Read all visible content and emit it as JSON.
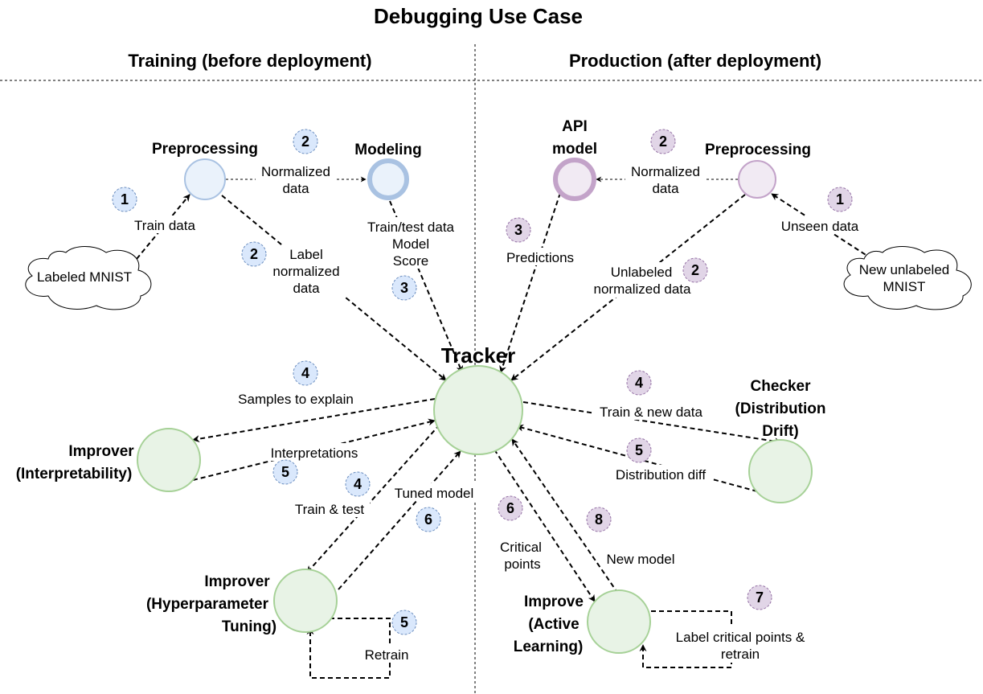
{
  "title": "Debugging Use Case",
  "sections": {
    "training": "Training (before deployment)",
    "production": "Production (after deployment)"
  },
  "colors": {
    "blue_fill": "#eaf2fb",
    "blue_stroke": "#a9c2e2",
    "blue_badge_fill": "#dae8fc",
    "blue_badge_stroke": "#6c8ebf",
    "purple_fill": "#f1eaf3",
    "purple_stroke": "#c3a3c9",
    "purple_badge_fill": "#e1d5e7",
    "purple_badge_stroke": "#9673a6",
    "green_fill": "#e8f3e6",
    "green_stroke": "#a6d197"
  },
  "nodes": {
    "tracker": "Tracker",
    "train_pre": "Preprocessing",
    "train_model": "Modeling",
    "prod_api": [
      "API",
      "model"
    ],
    "prod_pre": "Preprocessing",
    "imp_interp": [
      "Improver",
      "(Interpretability)"
    ],
    "imp_hyper": [
      "Improver",
      "(Hyperparameter",
      "Tuning)"
    ],
    "imp_active": [
      "Improve",
      "(Active",
      "Learning)"
    ],
    "checker": [
      "Checker",
      "(Distribution",
      "Drift)"
    ]
  },
  "clouds": {
    "labeled": "Labeled MNIST",
    "unlabeled": [
      "New unlabeled",
      "MNIST"
    ]
  },
  "labels": {
    "train_data": "Train data",
    "norm_data_train": [
      "Normalized",
      "data"
    ],
    "label_norm": [
      "Label",
      "normalized",
      "data"
    ],
    "train_test_model_score": [
      "Train/test data",
      "Model",
      "Score"
    ],
    "samples_explain": "Samples to explain",
    "interpretations": "Interpretations",
    "train_test": "Train & test",
    "tuned_model": "Tuned model",
    "retrain": "Retrain",
    "unseen_data": "Unseen data",
    "norm_data_prod": [
      "Normalized",
      "data"
    ],
    "predictions": "Predictions",
    "unlabeled_norm": [
      "Unlabeled",
      "normalized data"
    ],
    "train_new_data": "Train & new data",
    "dist_diff": "Distribution diff",
    "critical_points": [
      "Critical",
      "points"
    ],
    "new_model": "New model",
    "label_critical": [
      "Label critical points &",
      "retrain"
    ]
  },
  "badges": {
    "b_train_data": "1",
    "b_norm_train": "2",
    "b_label_norm": "2",
    "b_model_score": "3",
    "b_samples": "4",
    "b_interp": "5",
    "b_train_test": "4",
    "b_tuned": "6",
    "b_retrain": "5",
    "b_unseen": "1",
    "b_norm_prod": "2",
    "b_unlabeled": "2",
    "b_predictions": "3",
    "b_train_new": "4",
    "b_dist_diff": "5",
    "b_critical": "6",
    "b_label_crit": "7",
    "b_new_model": "8"
  }
}
